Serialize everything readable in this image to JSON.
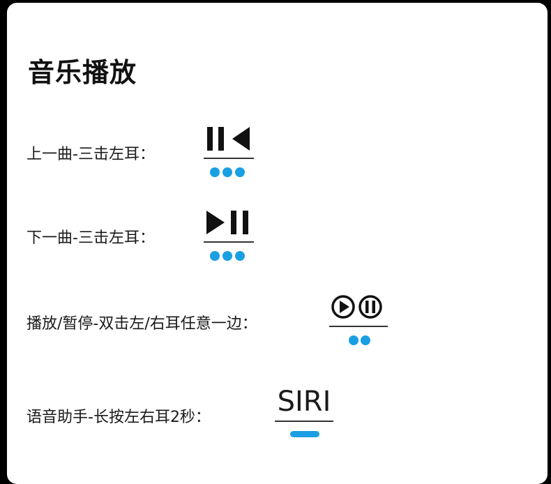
{
  "title": "音乐播放",
  "colors": {
    "accent": "#1a9fe3",
    "text": "#1a1a1a",
    "background": "#ffffff"
  },
  "rows": [
    {
      "label": "上一曲-三击左耳：",
      "icon": "previous-track-icon",
      "taps": 3
    },
    {
      "label": "下一曲-三击左耳：",
      "icon": "next-track-icon",
      "taps": 3
    },
    {
      "label": "播放/暂停-双击左/右耳任意一边：",
      "icon": "play-pause-icon",
      "taps": 2
    },
    {
      "label": "语音助手-长按左右耳2秒：",
      "icon": "siri-icon",
      "text": "SIRI",
      "hold": true
    }
  ]
}
